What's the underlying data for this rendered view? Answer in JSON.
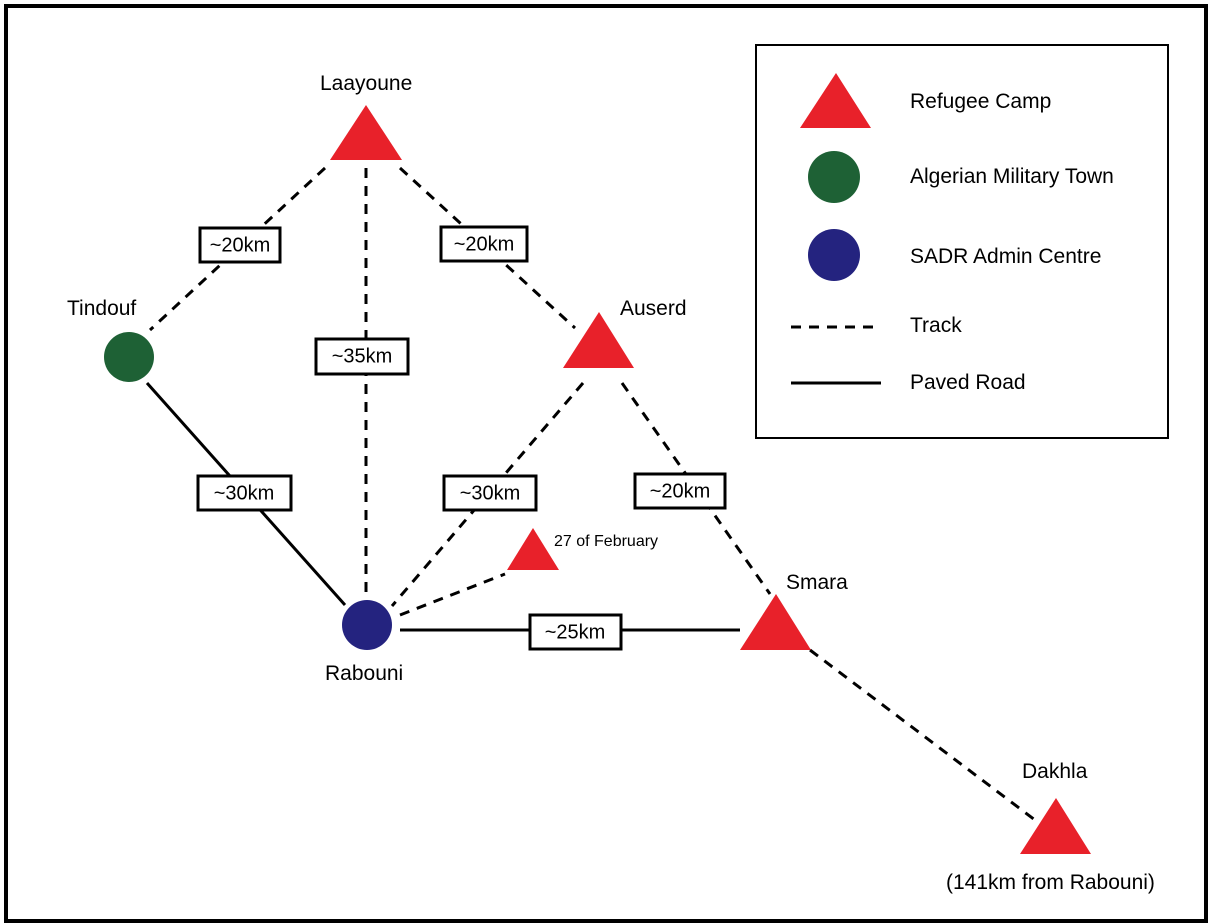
{
  "colors": {
    "refugee_camp": "#e8212a",
    "military_town": "#1e6135",
    "admin_centre": "#24237f"
  },
  "legend": {
    "refugee_camp": "Refugee Camp",
    "military_town": "Algerian Military Town",
    "admin_centre": "SADR Admin Centre",
    "track": "Track",
    "paved_road": "Paved Road"
  },
  "places": {
    "laayoune": "Laayoune",
    "tindouf": "Tindouf",
    "auserd": "Auserd",
    "feb27": "27 of February",
    "rabouni": "Rabouni",
    "smara": "Smara",
    "dakhla": "Dakhla",
    "dakhla_note": "(141km from Rabouni)"
  },
  "distances": {
    "laayoune_tindouf": "~20km",
    "laayoune_auserd": "~20km",
    "laayoune_rabouni": "~35km",
    "tindouf_rabouni": "~30km",
    "auserd_rabouni": "~30km",
    "auserd_smara": "~20km",
    "rabouni_smara": "~25km"
  }
}
